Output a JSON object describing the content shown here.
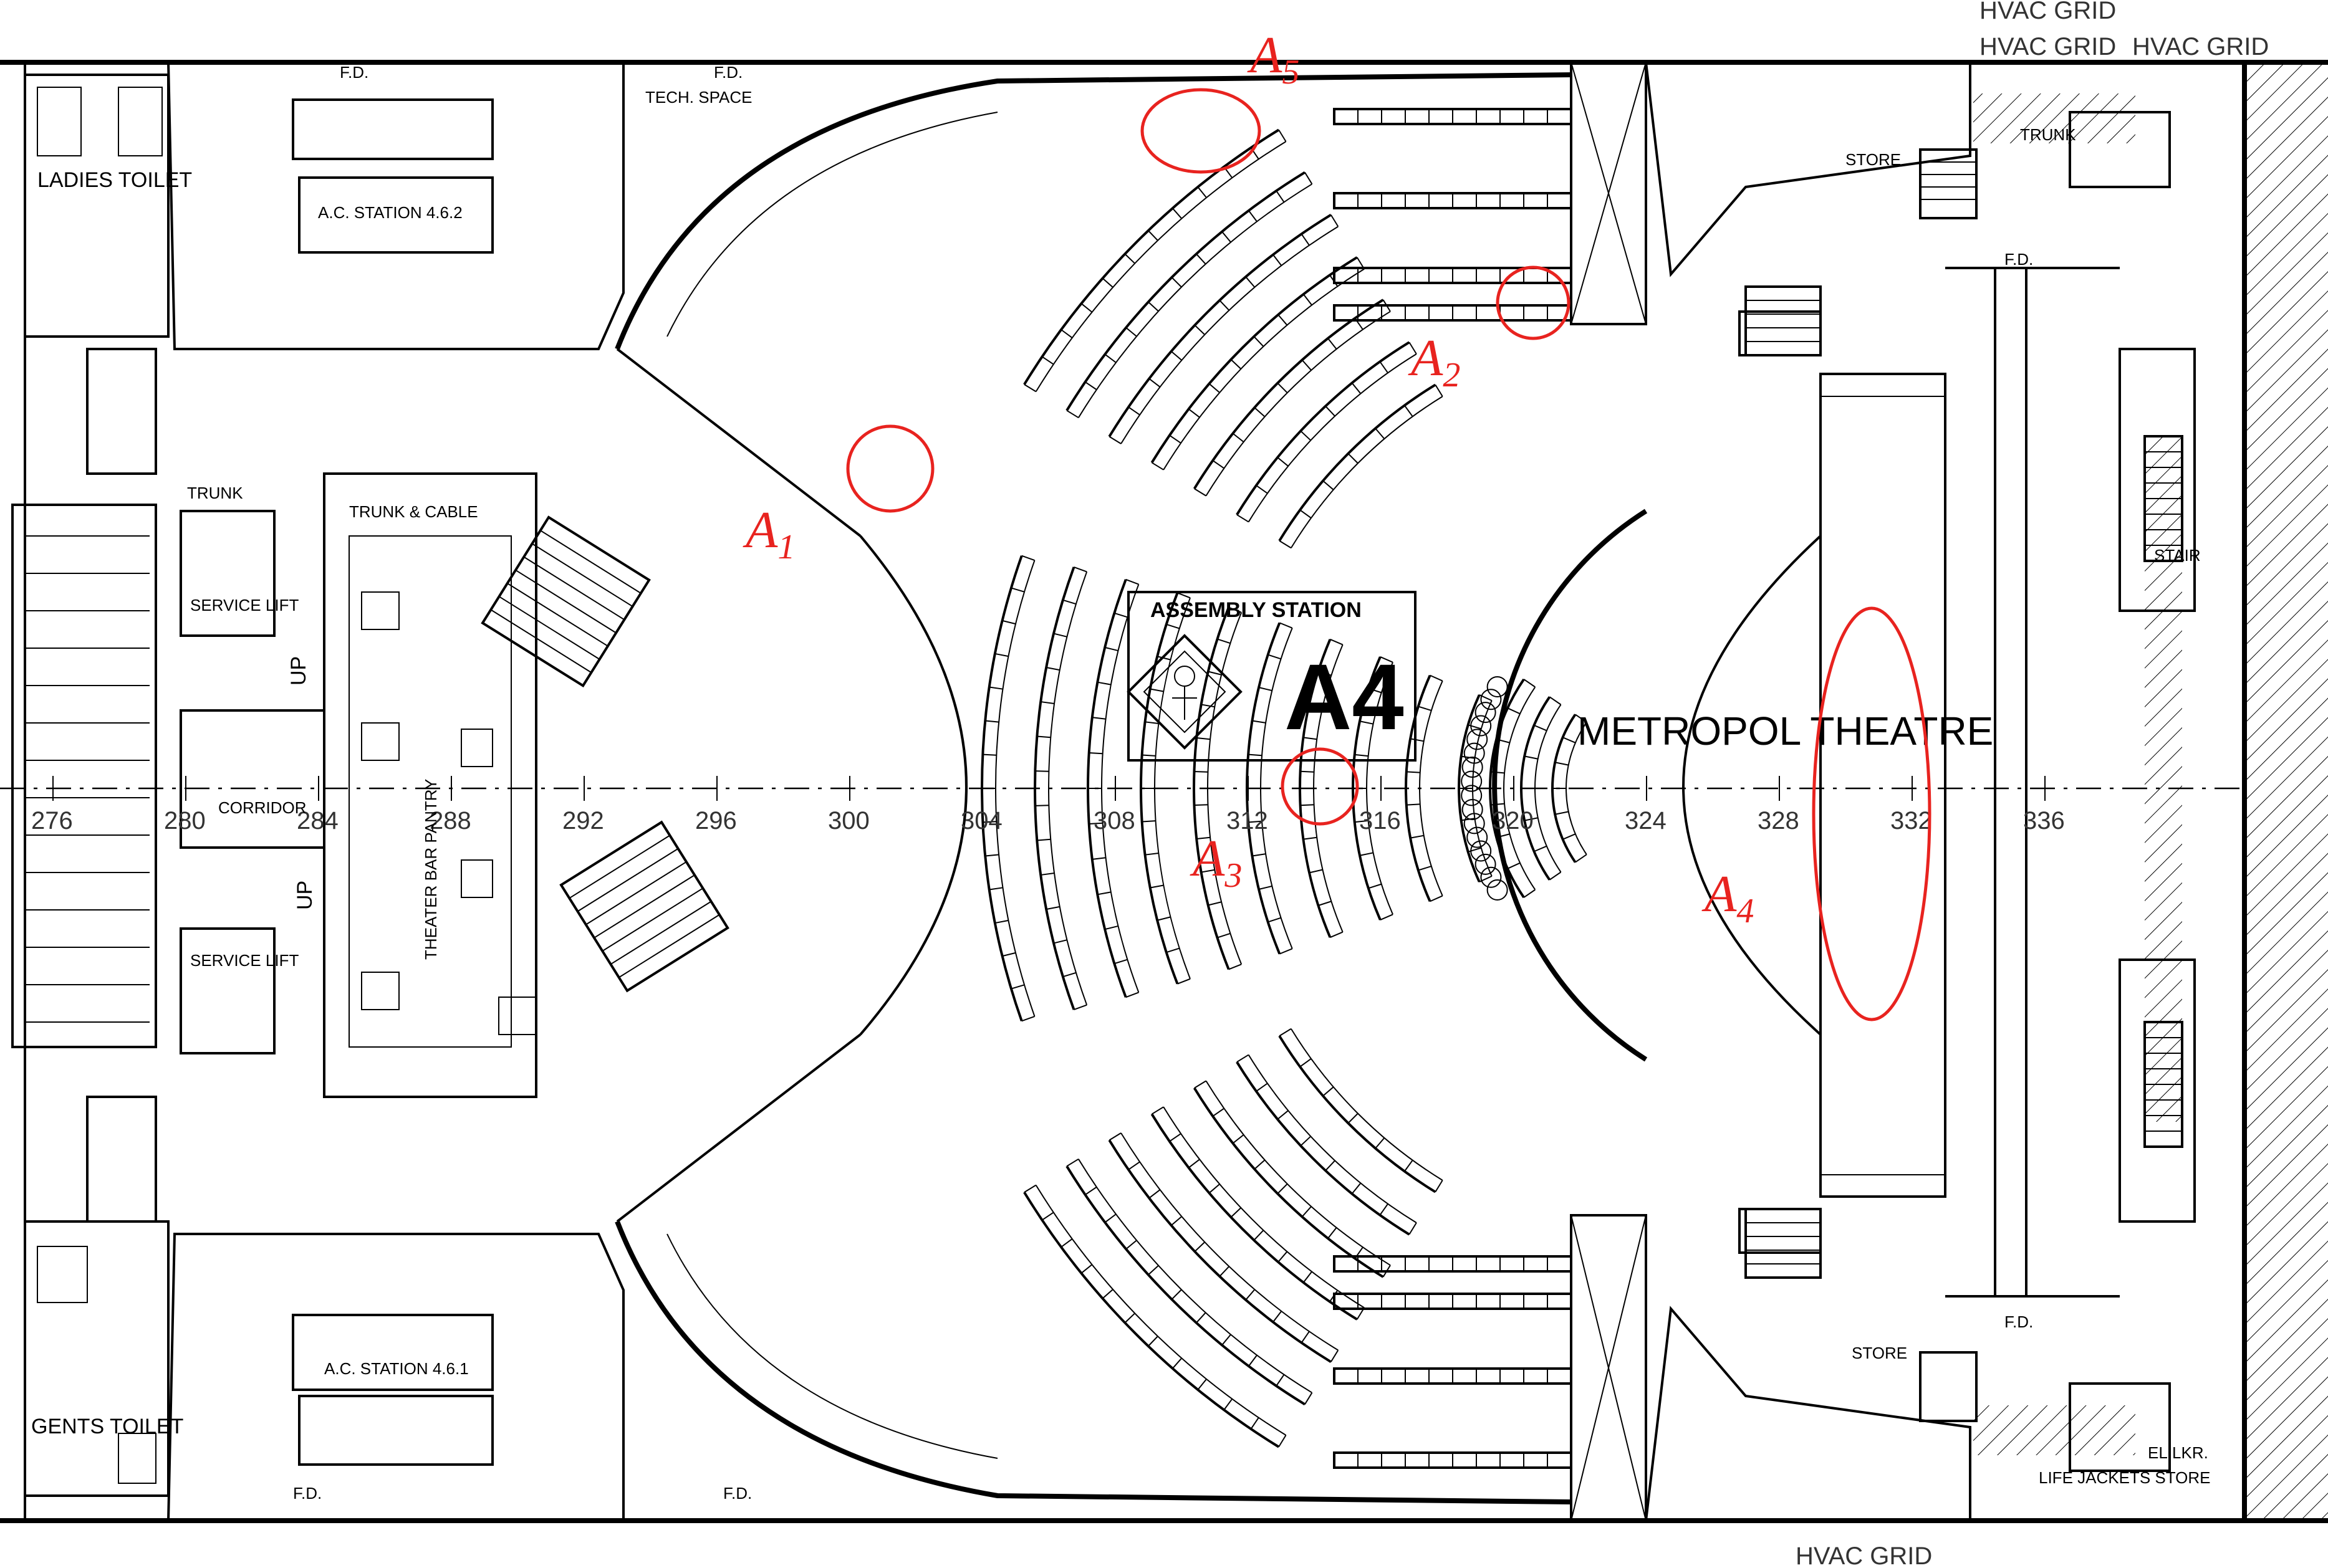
{
  "drawing": {
    "title": "METROPOL THEATRE",
    "assembly_station": "ASSEMBLY STATION",
    "assembly_code": "A4",
    "hvac_grid": "HVAC GRID",
    "rooms": {
      "ladies_toilet": "LADIES TOILET",
      "gents_toilet": "GENTS TOILET",
      "ac_station_top": "A.C. STATION 4.6.2",
      "ac_station_bottom": "A.C. STATION 4.6.1",
      "tech_space": "TECH. SPACE",
      "service_lift_top": "SERVICE LIFT",
      "service_lift_bottom": "SERVICE LIFT",
      "corridor": "CORRIDOR",
      "theater_bar_pantry": "THEATER BAR PANTRY",
      "trunk": "TRUNK",
      "trunk_cable": "TRUNK & CABLE",
      "store_top": "STORE",
      "store_bottom": "STORE",
      "stair": "STAIR",
      "el_lkr": "EL.LKR.",
      "fd": "F.D.",
      "life_jackets_store": "LIFE JACKETS STORE",
      "up": "UP"
    },
    "grid_numbers": [
      "276",
      "280",
      "284",
      "288",
      "292",
      "296",
      "300",
      "304",
      "308",
      "312",
      "316",
      "320",
      "324",
      "328",
      "332",
      "336"
    ]
  },
  "annotations": [
    {
      "letter": "A",
      "subscript": "1"
    },
    {
      "letter": "A",
      "subscript": "2"
    },
    {
      "letter": "A",
      "subscript": "3"
    },
    {
      "letter": "A",
      "subscript": "4"
    },
    {
      "letter": "A",
      "subscript": "5"
    }
  ],
  "colors": {
    "annotation": "#e8231f",
    "linework": "#000000",
    "background": "#ffffff"
  }
}
